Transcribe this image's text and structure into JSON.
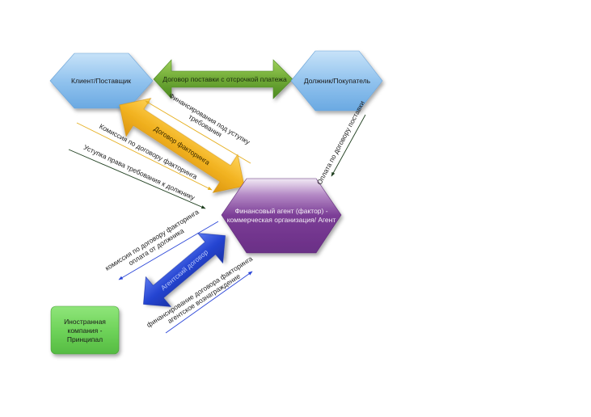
{
  "nodes": {
    "client": "Клиент/Поставщик",
    "debtor": "Должник/Покупатель",
    "agent_line1": "Финансовый агент (фактор) -",
    "agent_line2": "коммерческая организация/ Агент",
    "principal_line1": "Иностранная",
    "principal_line2": "компания -",
    "principal_line3": "Принципал"
  },
  "bands": {
    "supply_contract": "Договор поставки с отсрочкой платежа",
    "factoring_contract": "Договор факторинга",
    "agency_contract": "Агентский договор"
  },
  "flows": {
    "financing_line1": "Финансирования под уступку",
    "financing_line2": "требования",
    "commission": "Комиссия по договору факторинга",
    "assignment": "Уступка права требования к должнику",
    "payment_supply": "Оплата по договору поставки",
    "commission_payment_line1": "комиссия по договору факторинга",
    "commission_payment_line2": "оплата от должника",
    "financing_reward_line1": "финансирование договора факторинга",
    "financing_reward_line2": "агентское вознаграждение"
  },
  "colors": {
    "diamond_fill": "#8dbfeb",
    "green_band": "#6fa935",
    "orange_band": "#f0b01c",
    "blue_band": "#2545d2",
    "hexagon_fill": "#7b3d96",
    "principal_fill": "#6fd35a",
    "orange_arrow": "#e6b022",
    "dark_arrow": "#1f3f1f",
    "blue_arrow": "#2a45d8"
  }
}
